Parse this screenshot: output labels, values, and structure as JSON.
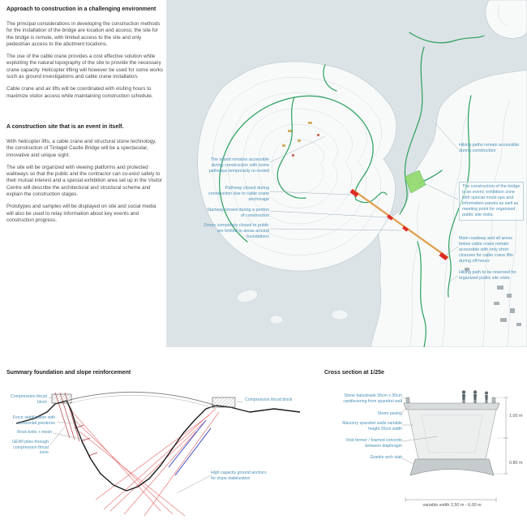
{
  "intro": {
    "heading1": "Approach to construction in a challenging environment",
    "p1": "The principal considerations in developing the construction methods for the installation of the bridge are location and access; the site for the bridge is remote, with limited access to the site and only pedestrian access to the abutment locations.",
    "p2": "The use of the cable crane provides a cost effective solution while exploiting the natural topography of the site to provide the necessary crane capacity.  Helicopter lifting will however be used for some works such as ground investigations and cable crane installation.",
    "p3": "Cable crane and air lifts will be coordinated with visiting hours to maximize visitor access while maintaining construction schedule.",
    "heading2": "A construction site that is an event in itself.",
    "p4": "With helicopter lifts, a cable crane and structural stone technology, the construction of Tintagel Castle Bridge will be a spectacular, innovative and unique sight.",
    "p5": "The site will be organized with viewing platforms and protected walkways so that the public and the contractor can co-exist safely to their mutual interest and a special exhibition area set up in the Visitor Centre will describe the architectural and structural scheme and explain the construction stages.",
    "p6": "Prototypes and samples will be displayed on site and social media will also be used to relay information about key events and construction progress."
  },
  "map": {
    "annotations_left": [
      "The island remains accessible during construction with some pathways temporarily re-routed",
      "Pathway closed during construction due to cable crane anchorage",
      "Stairway closed during a portion of construction",
      "Zones completely closed to public are limited to areas around foundations"
    ],
    "annotations_right": [
      "Hiking paths remain accessible during construction",
      "The construction of the bridge is an event; exhibition zone with special mock-ups and information panels as well as meeting point for organized public site visits.",
      "Main roadway and all areas below cable crane remain accessible with only short closures for cable crane lifts during off-hours",
      "Hiking path to be reserved for organized public site visits"
    ]
  },
  "foundation": {
    "heading": "Summary foundation and slope reinforcement",
    "labels": [
      "Compression thrust block",
      "Force stabilisation with horizontal prestress",
      "Rock bolts + mesh",
      "GEWI piles through compression thrust zone",
      "Compression thrust block",
      "High capacity ground anchors for slope stabilization"
    ]
  },
  "cross_section": {
    "heading": "Cross section at 1/25e",
    "labels": [
      "Stone balustrade 30cm x 30cm cantilevering from spandrel wall",
      "Stone paving",
      "Masonry spandrel walls variable height 20cm width",
      "Void former / foamed concrete between diaphragm",
      "Granite arch slab"
    ],
    "dims": {
      "height_top": "1.00 m",
      "height_bottom": "0.80 m",
      "width": "variable width 2,50 m - 6,00 m"
    }
  },
  "colors": {
    "annotation_blue": "#4a90b5",
    "path_green": "#2aa05a",
    "closure_red": "#df2b26",
    "cable_crane_orange": "#dfa355",
    "water": "#dce3e7"
  }
}
